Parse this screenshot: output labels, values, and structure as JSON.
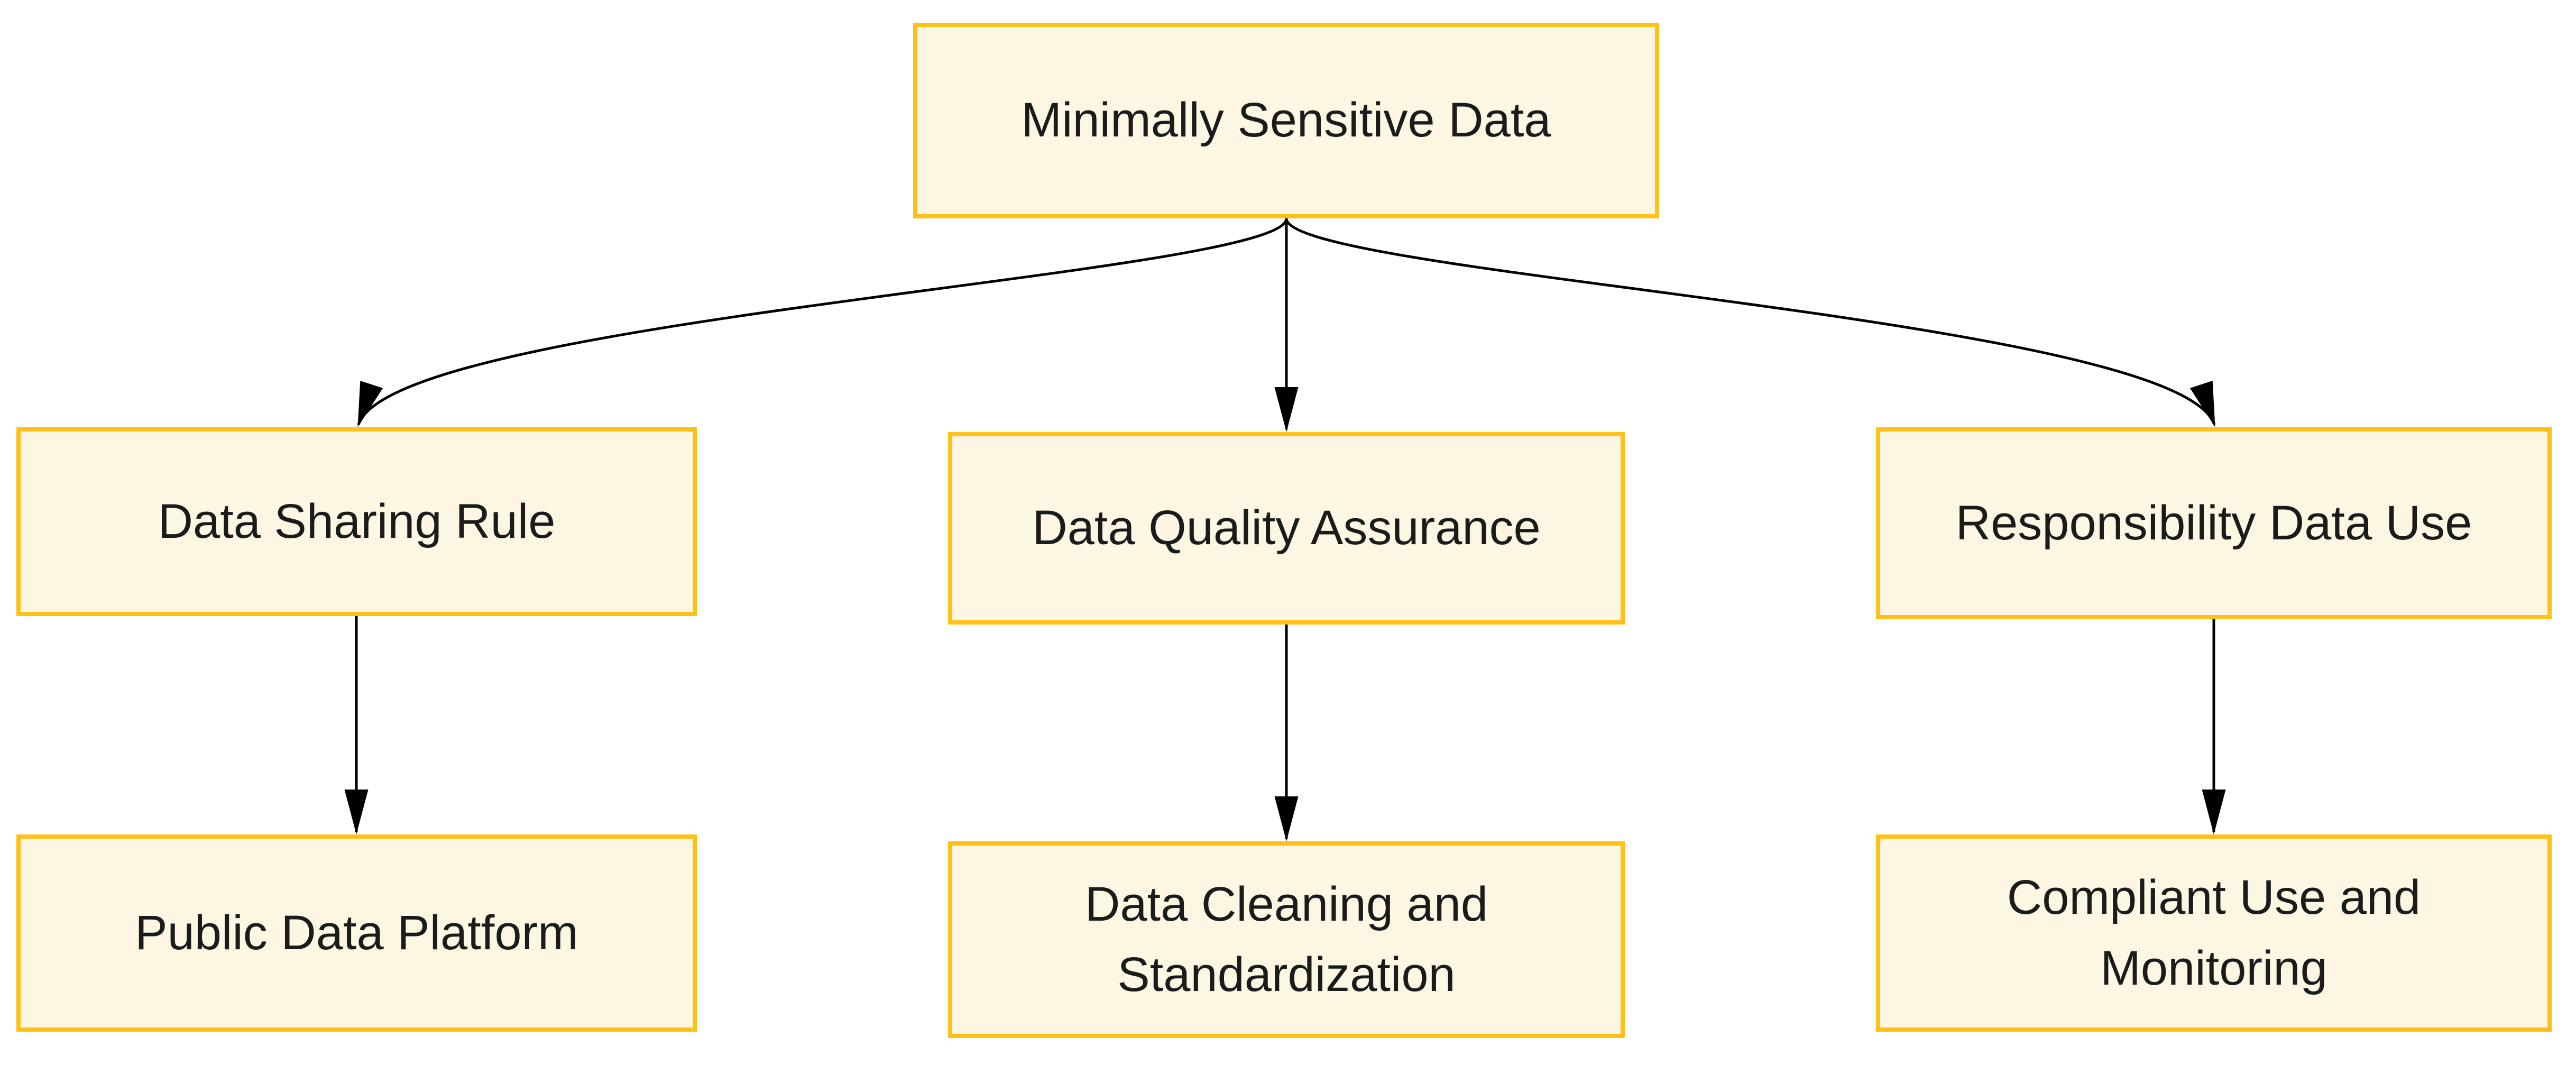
{
  "diagram": {
    "type": "flowchart",
    "direction": "top-down"
  },
  "theme": {
    "canvas_bg": "#FFFFFF",
    "box_fill": "#FCF6E3",
    "box_border": "#FFC017",
    "text_color": "#1B1B1B",
    "arrow_color": "#000000"
  },
  "nodes": {
    "root": {
      "label": "Minimally Sensitive Data"
    },
    "sharing": {
      "label": "Data Sharing Rule"
    },
    "quality": {
      "label": "Data Quality Assurance"
    },
    "responsibility": {
      "label": "Responsibility Data Use"
    },
    "platform": {
      "label": "Public Data Platform"
    },
    "cleaning": {
      "label": "Data Cleaning and Standardization"
    },
    "monitoring": {
      "label": "Compliant Use and Monitoring"
    }
  },
  "edges": [
    {
      "from": "Minimally Sensitive Data",
      "to": "Data Sharing Rule"
    },
    {
      "from": "Minimally Sensitive Data",
      "to": "Data Quality Assurance"
    },
    {
      "from": "Minimally Sensitive Data",
      "to": "Responsibility Data Use"
    },
    {
      "from": "Data Sharing Rule",
      "to": "Public Data Platform"
    },
    {
      "from": "Data Quality Assurance",
      "to": "Data Cleaning and Standardization"
    },
    {
      "from": "Responsibility Data Use",
      "to": "Compliant Use and Monitoring"
    }
  ]
}
